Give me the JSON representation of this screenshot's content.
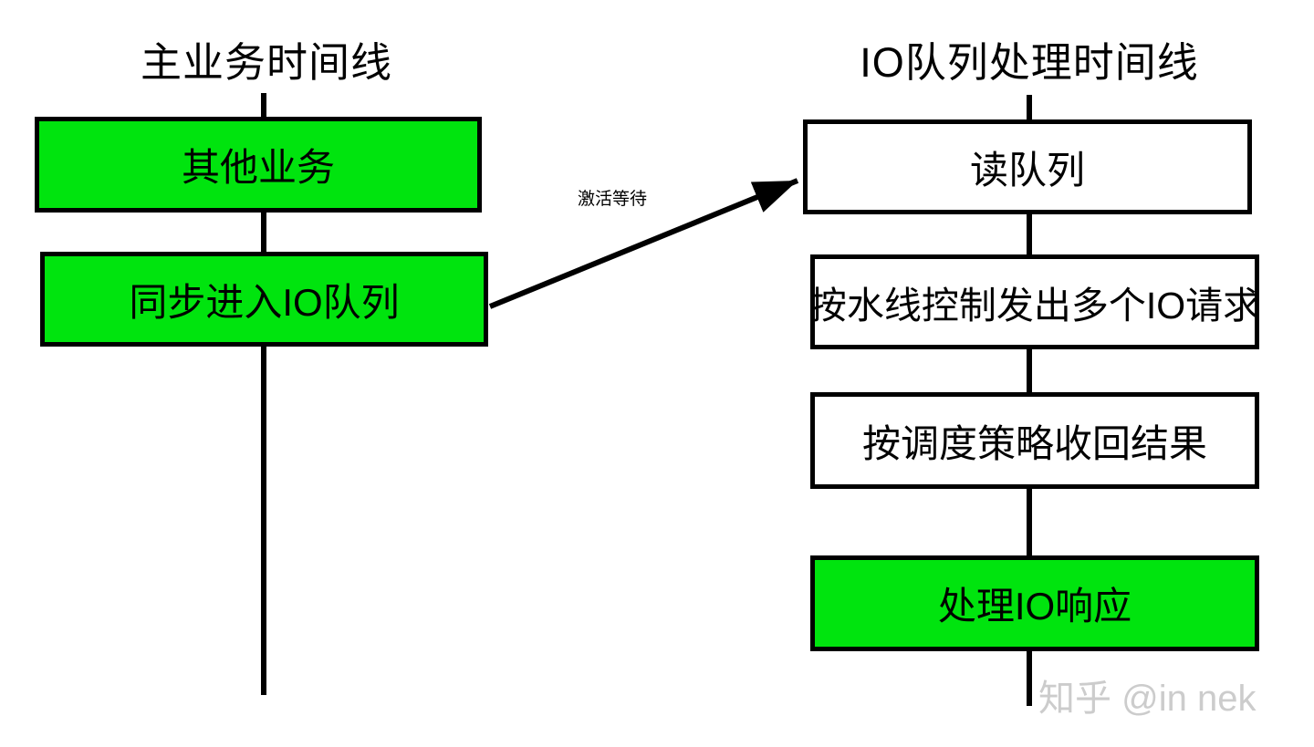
{
  "left_timeline": {
    "title": "主业务时间线",
    "boxes": [
      {
        "label": "其他业务",
        "fill": "green"
      },
      {
        "label": "同步进入IO队列",
        "fill": "green"
      }
    ]
  },
  "right_timeline": {
    "title": "IO队列处理时间线",
    "boxes": [
      {
        "label": "读队列",
        "fill": "white"
      },
      {
        "label": "按水线控制发出多个IO请求",
        "fill": "white"
      },
      {
        "label": "按调度策略收回结果",
        "fill": "white"
      },
      {
        "label": "处理IO响应",
        "fill": "green"
      }
    ]
  },
  "arrow": {
    "label": "激活等待"
  },
  "watermark": {
    "text": "知乎 @in nek"
  },
  "colors": {
    "box-green": "#00e40e",
    "box-white": "#ffffff",
    "line": "#000000",
    "watermark": "#cccccc",
    "background": "#ffffff"
  }
}
